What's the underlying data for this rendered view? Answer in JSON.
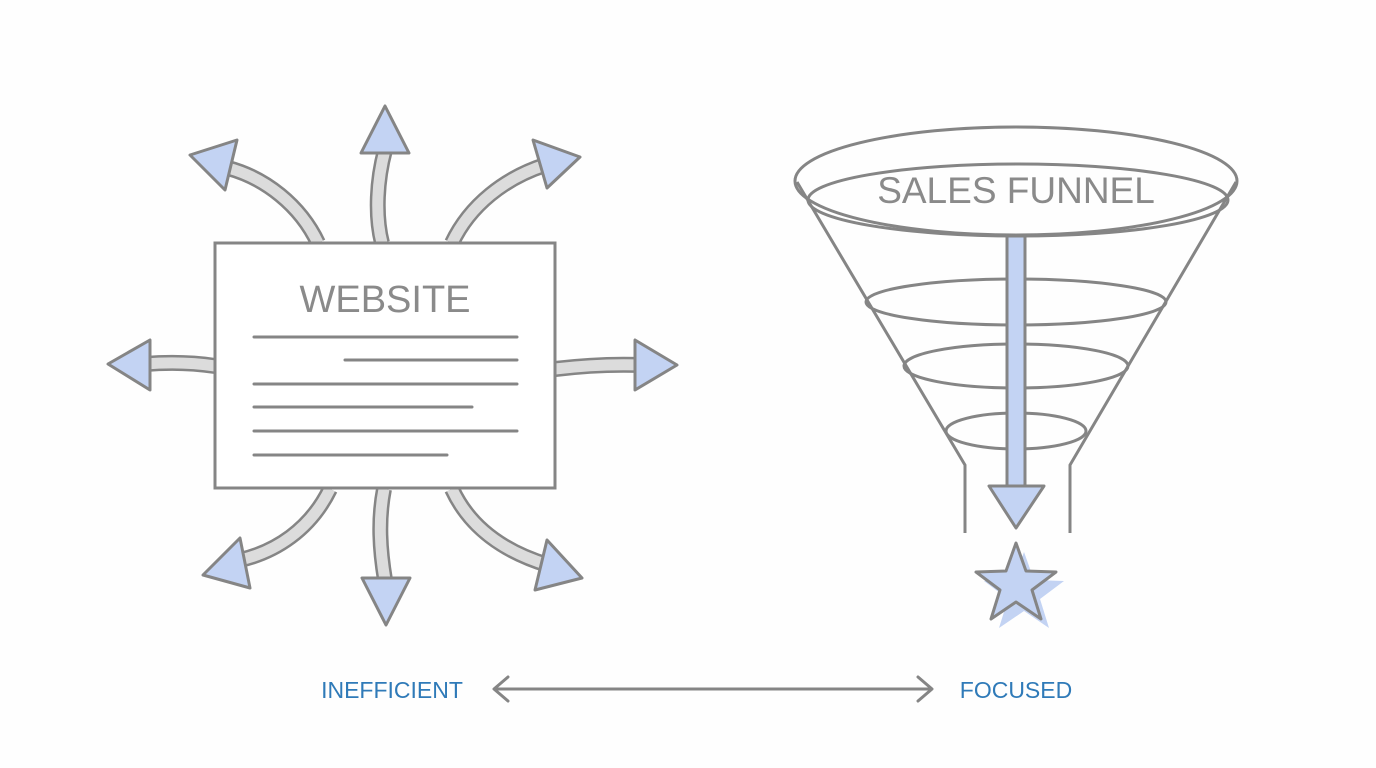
{
  "website": {
    "title": "WEBSITE"
  },
  "funnel": {
    "title": "SALES FUNNEL"
  },
  "scale": {
    "left_label": "INEFFICIENT",
    "right_label": "FOCUSED"
  },
  "colors": {
    "outline": "#858585",
    "arrow_fill": "#c3d3f3",
    "arrow_shaft": "#dcdcdc",
    "label_blue": "#2f7ab8",
    "title_gray": "#8a8a8a"
  }
}
